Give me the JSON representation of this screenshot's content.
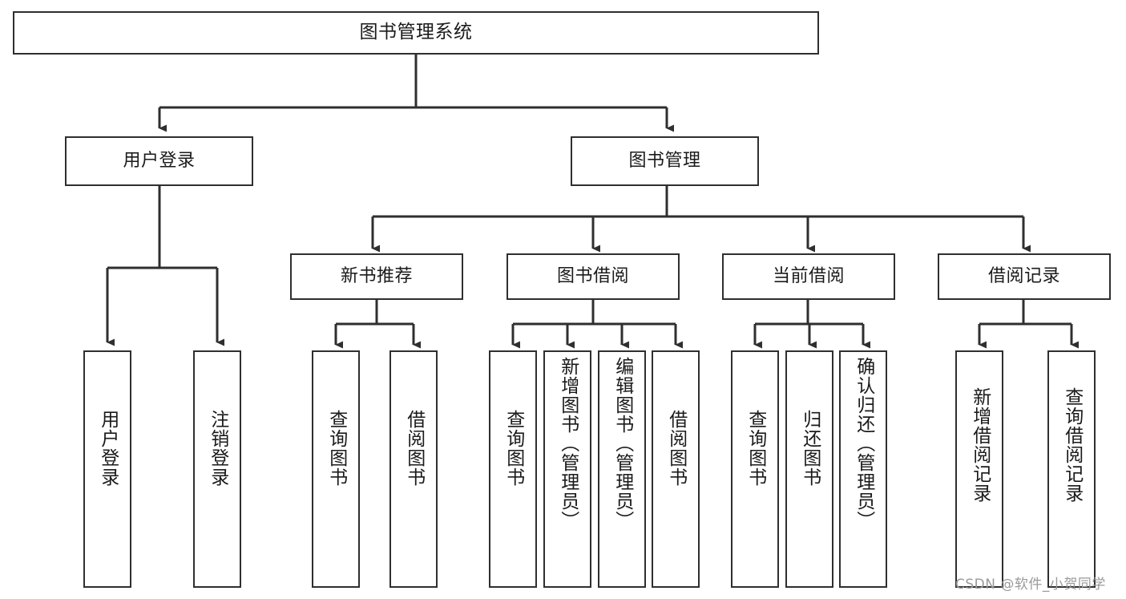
{
  "diagram": {
    "title": "图书管理系统",
    "watermark": "CSDN @软件_小贺同学",
    "line_color": "#2f2f2f",
    "background_color": "#ffffff",
    "text_color": "#1a1a1a"
  },
  "nodes": {
    "root": {
      "label": "图书管理系统"
    },
    "level2": [
      {
        "label": "用户登录"
      },
      {
        "label": "图书管理"
      }
    ],
    "level3": [
      {
        "label": "新书推荐"
      },
      {
        "label": "图书借阅"
      },
      {
        "label": "当前借阅"
      },
      {
        "label": "借阅记录"
      }
    ],
    "leaves_user_login": [
      {
        "label": "用户登录"
      },
      {
        "label": "注销登录"
      }
    ],
    "leaves_new_book": [
      {
        "label": "查询图书"
      },
      {
        "label": "借阅图书"
      }
    ],
    "leaves_borrow": [
      {
        "label": "查询图书"
      },
      {
        "label": "新增图书（管理员）"
      },
      {
        "label": "编辑图书（管理员）"
      },
      {
        "label": "借阅图书"
      }
    ],
    "leaves_current": [
      {
        "label": "查询图书"
      },
      {
        "label": "归还图书"
      },
      {
        "label": "确认归还（管理员）"
      }
    ],
    "leaves_record": [
      {
        "label": "新增借阅记录"
      },
      {
        "label": "查询借阅记录"
      }
    ]
  },
  "chart_data": {
    "type": "tree-diagram",
    "title": "图书管理系统",
    "orientation": "top-down",
    "tree": {
      "label": "图书管理系统",
      "children": [
        {
          "label": "用户登录",
          "children": [
            {
              "label": "用户登录"
            },
            {
              "label": "注销登录"
            }
          ]
        },
        {
          "label": "图书管理",
          "children": [
            {
              "label": "新书推荐",
              "children": [
                {
                  "label": "查询图书"
                },
                {
                  "label": "借阅图书"
                }
              ]
            },
            {
              "label": "图书借阅",
              "children": [
                {
                  "label": "查询图书"
                },
                {
                  "label": "新增图书（管理员）"
                },
                {
                  "label": "编辑图书（管理员）"
                },
                {
                  "label": "借阅图书"
                }
              ]
            },
            {
              "label": "当前借阅",
              "children": [
                {
                  "label": "查询图书"
                },
                {
                  "label": "归还图书"
                },
                {
                  "label": "确认归还（管理员）"
                }
              ]
            },
            {
              "label": "借阅记录",
              "children": [
                {
                  "label": "新增借阅记录"
                },
                {
                  "label": "查询借阅记录"
                }
              ]
            }
          ]
        }
      ]
    }
  }
}
